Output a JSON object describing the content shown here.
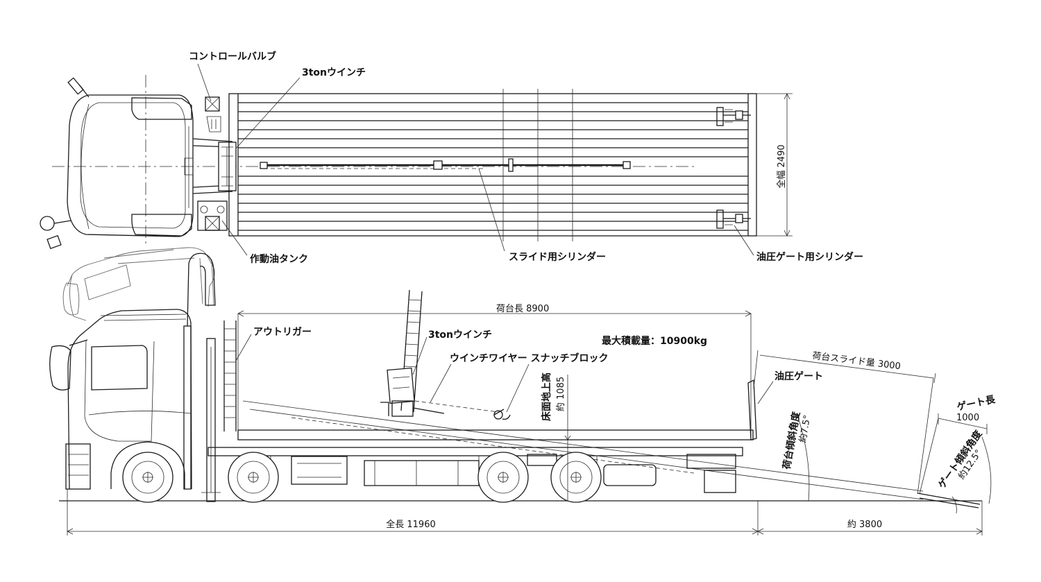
{
  "top_view": {
    "control_valve": "コントロールバルブ",
    "winch": "3tonウインチ",
    "width_label": "全幅 2490",
    "oil_tank": "作動油タンク",
    "slide_cylinder": "スライド用シリンダー",
    "gate_cylinder": "油圧ゲート用シリンダー"
  },
  "side_view": {
    "deck_length": "荷台長 8900",
    "outrigger": "アウトリガー",
    "winch": "3tonウインチ",
    "max_load": "最大積載量：10900kg",
    "snatch_block": "ウインチワイヤー スナッチブロック",
    "slide_amount": "荷台スライド量 3000",
    "hydraulic_gate": "油圧ゲート",
    "floor_height_label": "床面地上高",
    "floor_height_value": "約 1085",
    "deck_angle_label": "荷台傾斜角度",
    "deck_angle_value": "約7.5°",
    "gate_length_label": "ゲート長",
    "gate_length_value": "1000",
    "gate_angle_label": "ゲート傾斜角度",
    "gate_angle_value": "約12.5°",
    "overall_length": "全長 11960",
    "extension": "約 3800"
  }
}
